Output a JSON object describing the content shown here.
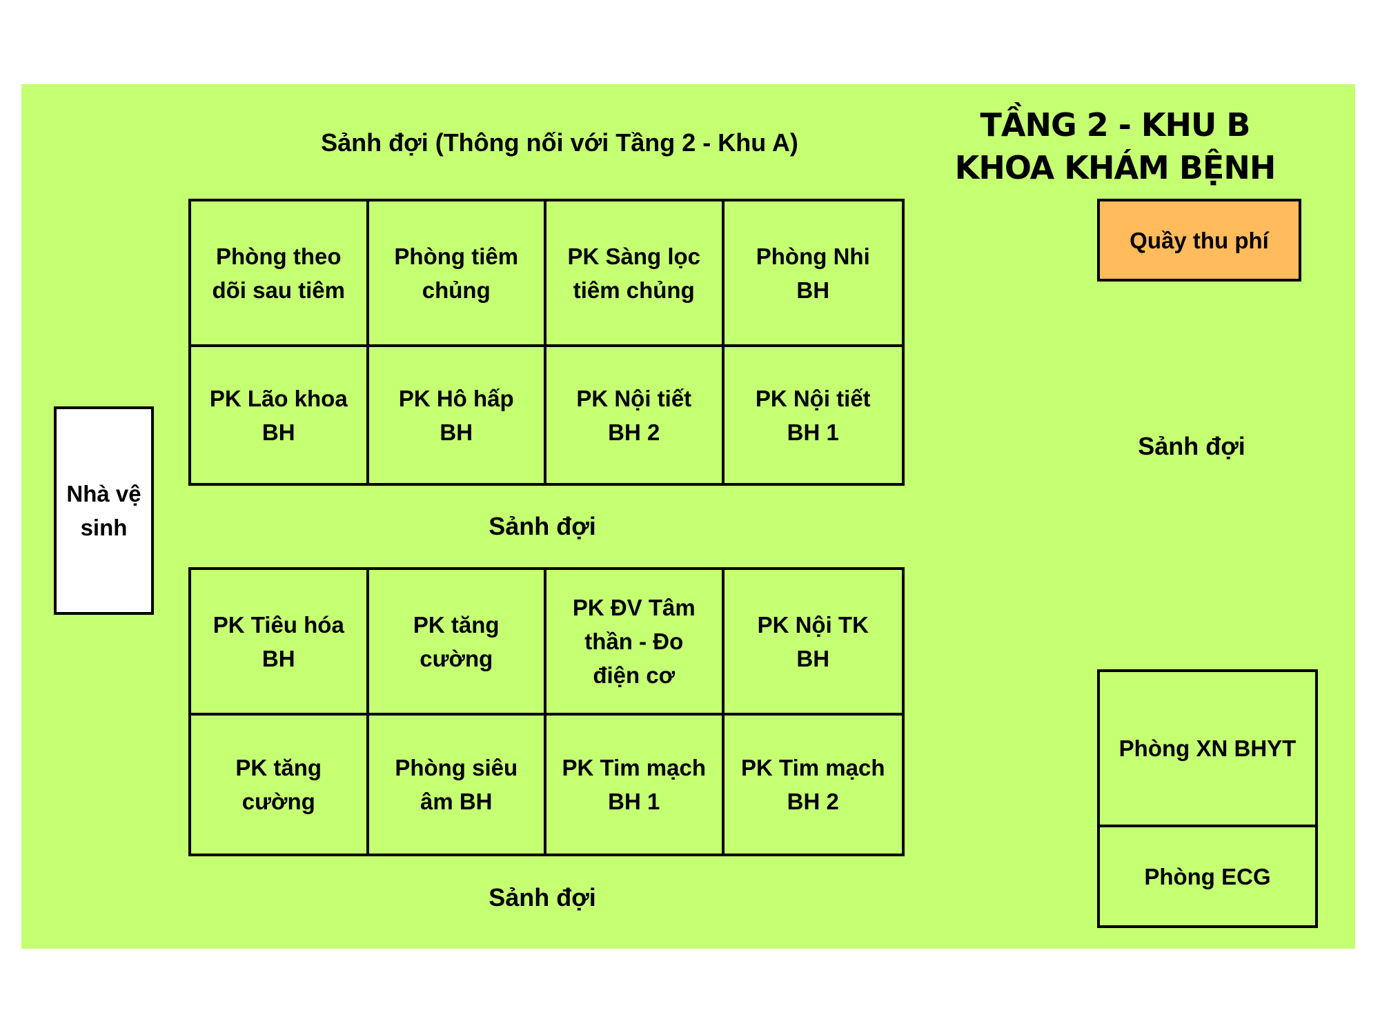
{
  "title": {
    "line1": "TẦNG 2 - KHU B",
    "line2": "KHOA KHÁM BỆNH"
  },
  "lobbies": {
    "top": "Sảnh đợi (Thông nối với Tầng 2 - Khu A)",
    "middle": "Sảnh đợi",
    "bottom": "Sảnh đợi",
    "right": "Sảnh đợi"
  },
  "top_block": [
    "Phòng theo dõi sau tiêm",
    "Phòng tiêm chủng",
    "PK Sàng lọc tiêm chủng",
    "Phòng Nhi BH",
    "PK Lão khoa BH",
    "PK Hô hấp BH",
    "PK Nội tiết BH 2",
    "PK Nội tiết BH 1"
  ],
  "bottom_block": [
    "PK Tiêu hóa BH",
    "PK tăng cường",
    "PK ĐV Tâm thần - Đo điện cơ",
    "PK Nội TK BH",
    "PK tăng cường",
    "Phòng siêu âm BH",
    "PK Tim mạch BH 1",
    "PK Tim mạch BH 2"
  ],
  "restroom": "Nhà vệ sinh",
  "cashier": "Quầy thu phí",
  "right_rooms": [
    "Phòng XN BHYT",
    "Phòng ECG"
  ],
  "colors": {
    "floor": "#c5ff72",
    "cashier": "#ffbb5c",
    "restroom": "#ffffff",
    "walls": "#000000"
  }
}
